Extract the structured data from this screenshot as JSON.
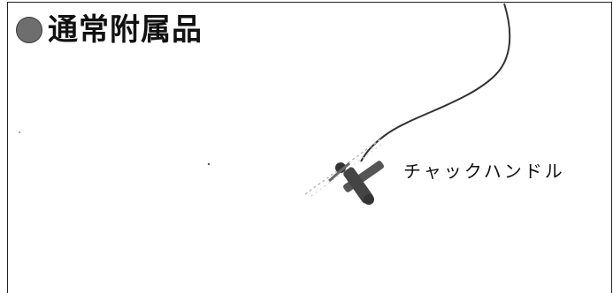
{
  "section": {
    "title": "通常附属品"
  },
  "accessory": {
    "label": "チャックハンドル",
    "icon": "chuck-handle-illustration"
  }
}
